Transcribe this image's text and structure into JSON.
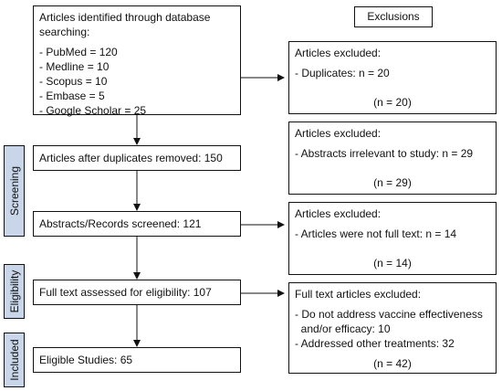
{
  "identification": {
    "title": "Articles identified through database searching:",
    "items": [
      "- PubMed = 120",
      "- Medline = 10",
      "- Scopus = 10",
      "- Embase = 5",
      "- Google Scholar = 25"
    ]
  },
  "exclusions_header": "Exclusions",
  "excl_duplicates": {
    "title": "Articles excluded:",
    "reason": "- Duplicates: n = 20",
    "total": "(n = 20)"
  },
  "excl_abstracts": {
    "title": "Articles excluded:",
    "reason": "- Abstracts irrelevant to study: n = 29",
    "total": "(n = 29)"
  },
  "excl_fulltext": {
    "title": "Articles excluded:",
    "reason": "- Articles were not full text: n = 14",
    "total": "(n = 14)"
  },
  "excl_eligibility": {
    "title": "Full text articles excluded:",
    "reason1": "- Do not address vaccine effectiveness",
    "reason1b": "  and/or efficacy: 10",
    "reason2": "- Addressed other treatments: 32",
    "total": "(n = 42)"
  },
  "after_duplicates": "Articles after duplicates removed: 150",
  "screened": "Abstracts/Records screened: 121",
  "fulltext_assessed": "Full text assessed for eligibility: 107",
  "eligible": "Eligible Studies: 65",
  "stages": {
    "screening": "Screening",
    "eligibility": "Eligibility",
    "included": "Included"
  },
  "colors": {
    "stage_fill": "#c9d6e9",
    "line": "#111111"
  }
}
